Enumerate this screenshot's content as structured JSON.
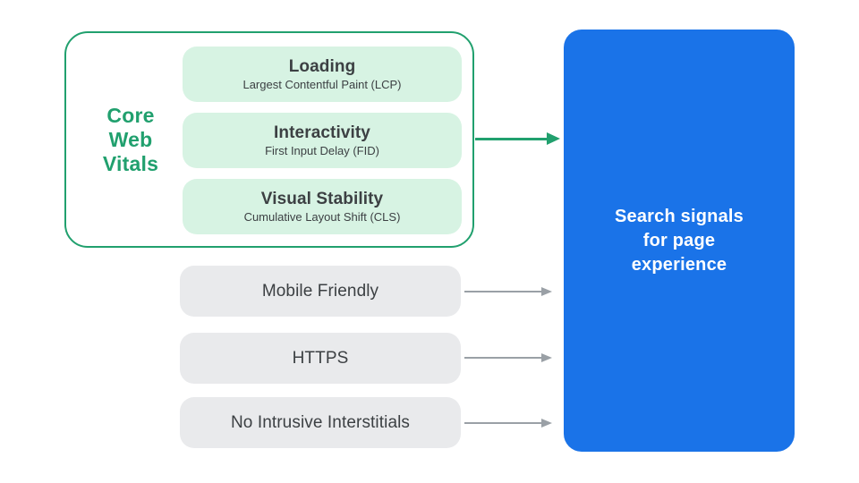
{
  "colors": {
    "green": "#21A06E",
    "mint_fill": "#D7F3E3",
    "text_dark": "#3C4043",
    "gray_fill": "#E9EAEC",
    "gray_arrow": "#9AA0A6",
    "blue": "#1A73E8",
    "white_text": "#FFFFFF"
  },
  "core_web_vitals": {
    "group_label": "Core Web Vitals",
    "group_label_lines": [
      "Core",
      "Web",
      "Vitals"
    ],
    "metrics": [
      {
        "title": "Loading",
        "subtitle": "Largest Contentful Paint (LCP)"
      },
      {
        "title": "Interactivity",
        "subtitle": "First Input Delay (FID)"
      },
      {
        "title": "Visual Stability",
        "subtitle": "Cumulative Layout Shift (CLS)"
      }
    ]
  },
  "other_signals": [
    {
      "label": "Mobile Friendly"
    },
    {
      "label": "HTTPS"
    },
    {
      "label": "No Intrusive Interstitials"
    }
  ],
  "result_box": {
    "label": "Search signals for page experience",
    "lines": [
      "Search signals",
      "for page",
      "experience"
    ]
  }
}
